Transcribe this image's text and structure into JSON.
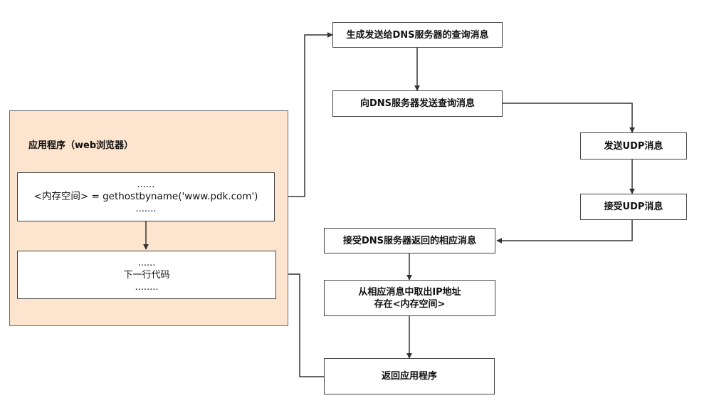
{
  "app": {
    "title": "应用程序（web浏览器）",
    "call_box": {
      "line1": "......",
      "line2": "<内存空间> = gethostbyname('www.pdk.com')",
      "line3": "......."
    },
    "next_box": {
      "line1": "......",
      "line2": "下一行代码",
      "line3": "........"
    }
  },
  "steps": {
    "generate_query": "生成发送给DNS服务器的查询消息",
    "send_query": "向DNS服务器发送查询消息",
    "send_udp": "发送UDP消息",
    "receive_udp": "接受UDP消息",
    "receive_reply": "接受DNS服务器返回的相应消息",
    "extract_ip": {
      "line1": "从相应消息中取出IP地址",
      "line2": "存在<内存空间>"
    },
    "return_app": "返回应用程序"
  }
}
